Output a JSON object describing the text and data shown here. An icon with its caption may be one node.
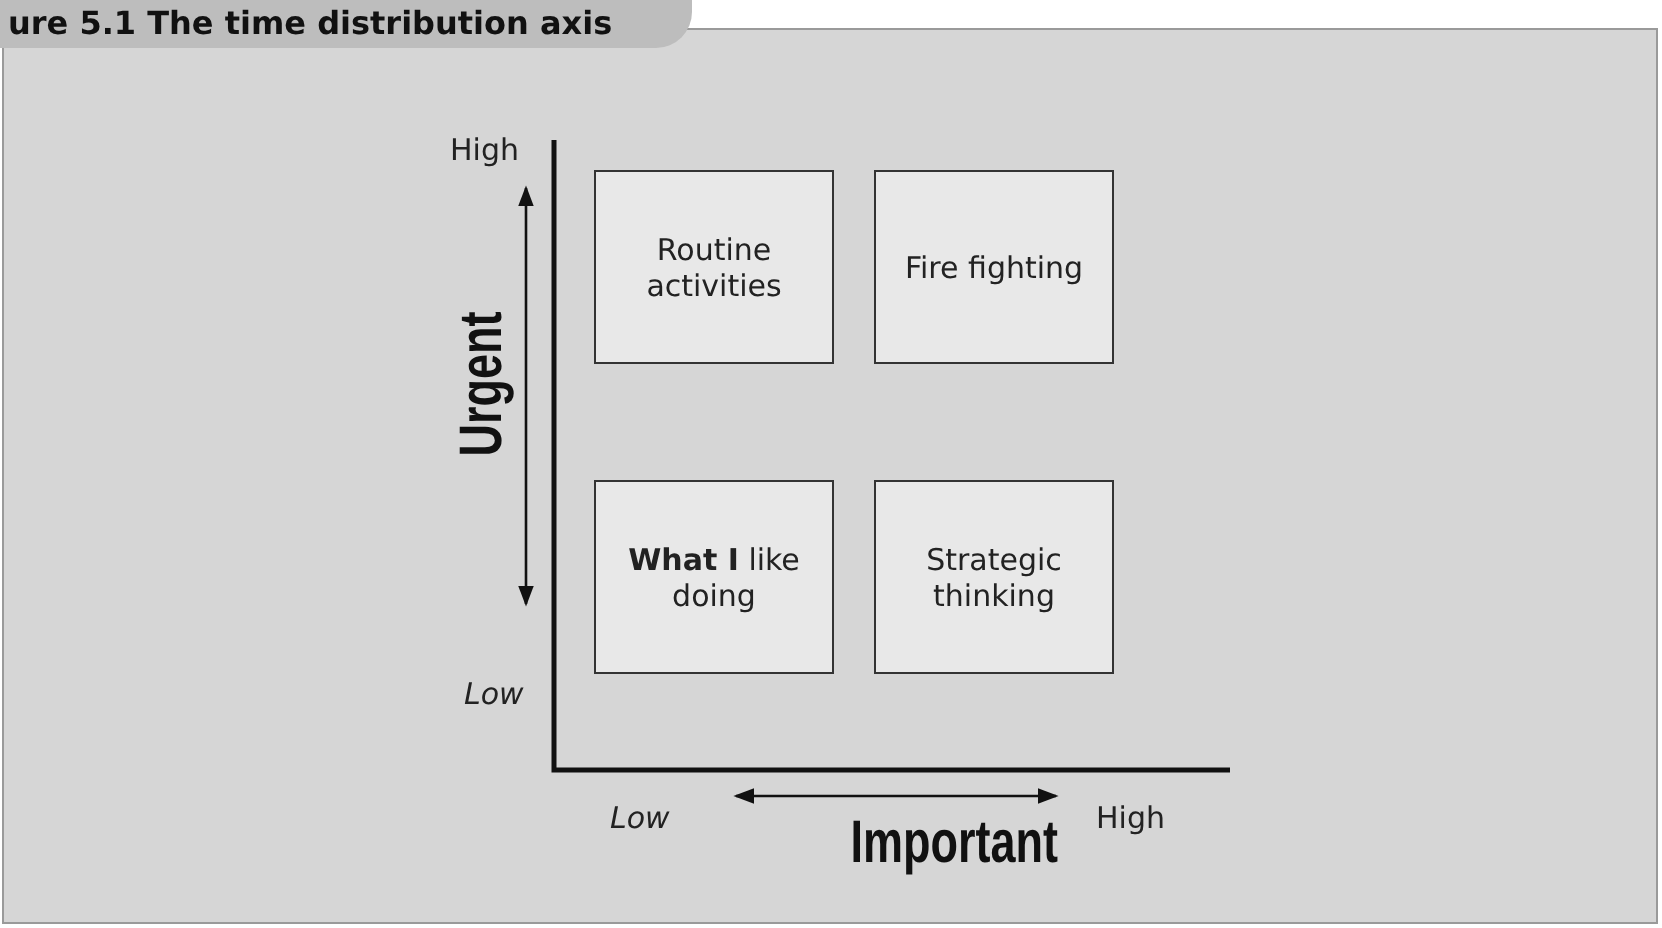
{
  "diagram": {
    "title": "ure 5.1 The time distribution axis",
    "nodes": [
      {
        "text": [
          "Routine activities"
        ]
      },
      {
        "text": [
          "Fire fighting"
        ]
      },
      {
        "text": [
          "**What I** like doing"
        ]
      },
      {
        "text": [
          "Strategic thinking"
        ]
      }
    ],
    "labels": [
      "High",
      "Urgent",
      "Low",
      "Low",
      "Important",
      "High"
    ]
  }
}
